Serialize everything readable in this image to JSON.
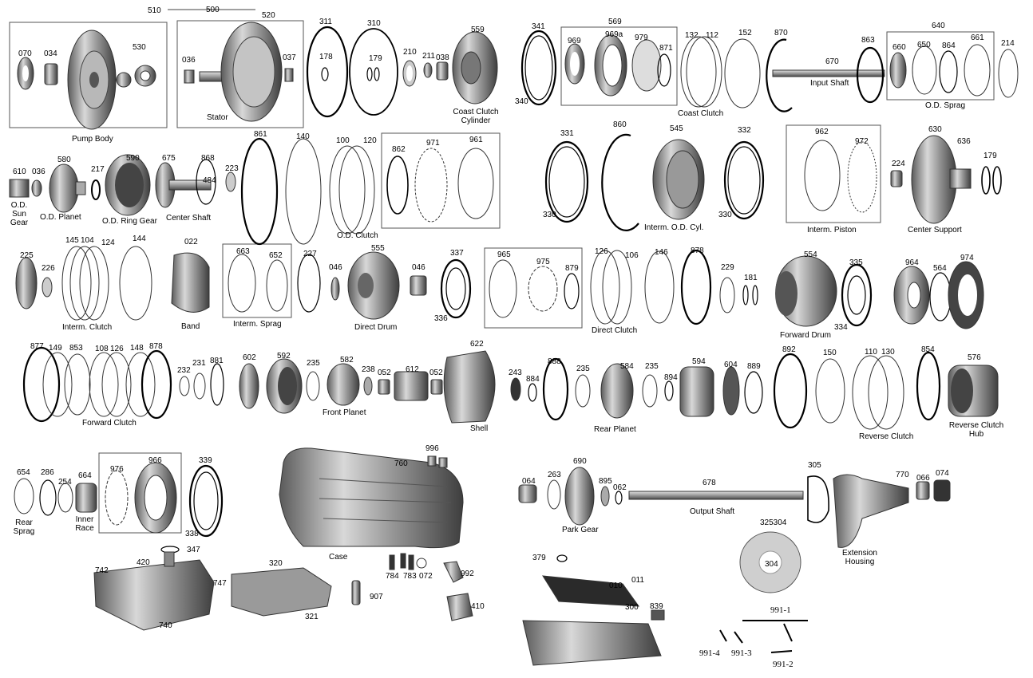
{
  "diagram": {
    "captions": {
      "pump_body": "Pump Body",
      "stator": "Stator",
      "coast_clutch_cylinder": "Coast Clutch\nCylinder",
      "coast_clutch": "Coast Clutch",
      "input_shaft": "Input Shaft",
      "od_sprag": "O.D. Sprag",
      "od_sun_gear": "O.D.\nSun\nGear",
      "od_planet": "O.D. Planet",
      "od_ring_gear": "O.D. Ring Gear",
      "center_shaft": "Center Shaft",
      "od_clutch": "O.D. Clutch",
      "interm_od_cyl": "Interm. O.D. Cyl.",
      "interm_piston": "Interm. Piston",
      "center_support": "Center Support",
      "interm_clutch": "Interm. Clutch",
      "band": "Band",
      "interm_sprag": "Interm. Sprag",
      "direct_drum": "Direct Drum",
      "direct_clutch": "Direct Clutch",
      "forward_drum": "Forward Drum",
      "forward_clutch": "Forward Clutch",
      "front_planet": "Front Planet",
      "shell": "Shell",
      "rear_planet": "Rear Planet",
      "reverse_clutch": "Reverse Clutch",
      "reverse_clutch_hub": "Reverse Clutch\nHub",
      "rear_sprag": "Rear\nSprag",
      "inner_race": "Inner\nRace",
      "case": "Case",
      "park_gear": "Park Gear",
      "output_shaft": "Output Shaft",
      "extension_housing": "Extension\nHousing"
    },
    "part_numbers": {
      "n510": "510",
      "n500": "500",
      "n520": "520",
      "n070": "070",
      "n034": "034",
      "n530": "530",
      "n036a": "036",
      "n037": "037",
      "n311": "311",
      "n178": "178",
      "n310": "310",
      "n179a": "179",
      "n210": "210",
      "n211": "211",
      "n038": "038",
      "n559": "559",
      "n341": "341",
      "n340": "340",
      "n569": "569",
      "n969": "969",
      "n969a": "969a",
      "n979": "979",
      "n871": "871",
      "n132": "132",
      "n112": "112",
      "n152": "152",
      "n870": "870",
      "n670": "670",
      "n863": "863",
      "n640": "640",
      "n660": "660",
      "n650": "650",
      "n864": "864",
      "n661": "661",
      "n214": "214",
      "n610": "610",
      "n036b": "036",
      "n580": "580",
      "n217": "217",
      "n590": "590",
      "n675": "675",
      "n868": "868",
      "n484": "484",
      "n223": "223",
      "n861": "861",
      "n140": "140",
      "n100": "100",
      "n120": "120",
      "n862": "862",
      "n971": "971",
      "n961": "961",
      "n331": "331",
      "n330a": "330",
      "n860": "860",
      "n545": "545",
      "n332": "332",
      "n330b": "330",
      "n962": "962",
      "n972": "972",
      "n224": "224",
      "n630": "630",
      "n636": "636",
      "n179b": "179",
      "n225": "225",
      "n226": "226",
      "n145": "145",
      "n104": "104",
      "n124": "124",
      "n144": "144",
      "n022": "022",
      "n663": "663",
      "n652": "652",
      "n227": "227",
      "n046a": "046",
      "n555": "555",
      "n046b": "046",
      "n337": "337",
      "n336": "336",
      "n965": "965",
      "n975": "975",
      "n879": "879",
      "n126a": "126",
      "n106": "106",
      "n146": "146",
      "n878a": "878",
      "n229": "229",
      "n181": "181",
      "n554": "554",
      "n335": "335",
      "n334": "334",
      "n964": "964",
      "n564": "564",
      "n974": "974",
      "n877": "877",
      "n149": "149",
      "n853": "853",
      "n108": "108",
      "n126b": "126",
      "n148": "148",
      "n878b": "878",
      "n232": "232",
      "n231": "231",
      "n881": "881",
      "n602": "602",
      "n592": "592",
      "n235a": "235",
      "n582": "582",
      "n238": "238",
      "n052a": "052",
      "n612": "612",
      "n052b": "052",
      "n622": "622",
      "n243": "243",
      "n884": "884",
      "n888": "888",
      "n235b": "235",
      "n584": "584",
      "n235c": "235",
      "n894": "894",
      "n594": "594",
      "n604": "604",
      "n889": "889",
      "n892": "892",
      "n150": "150",
      "n110": "110",
      "n130": "130",
      "n854": "854",
      "n576": "576",
      "n654": "654",
      "n286": "286",
      "n254": "254",
      "n664": "664",
      "n976": "976",
      "n966": "966",
      "n339": "339",
      "n338": "338",
      "n996": "996",
      "n760": "760",
      "n064": "064",
      "n263": "263",
      "n690": "690",
      "n895": "895",
      "n062": "062",
      "n678": "678",
      "n305": "305",
      "n770": "770",
      "n066": "066",
      "n074": "074",
      "n325304": "325304",
      "n304": "304",
      "n347": "347",
      "n742": "742",
      "n420": "420",
      "n740": "740",
      "n747": "747",
      "n320": "320",
      "n321": "321",
      "n907": "907",
      "n784": "784",
      "n783": "783",
      "n072": "072",
      "n992": "992",
      "n410": "410",
      "n379": "379",
      "n010": "010",
      "n011": "011",
      "n300": "300",
      "n839": "839",
      "n991_1": "991-1",
      "n991_2": "991-2",
      "n991_3": "991-3",
      "n991_4": "991-4"
    }
  }
}
